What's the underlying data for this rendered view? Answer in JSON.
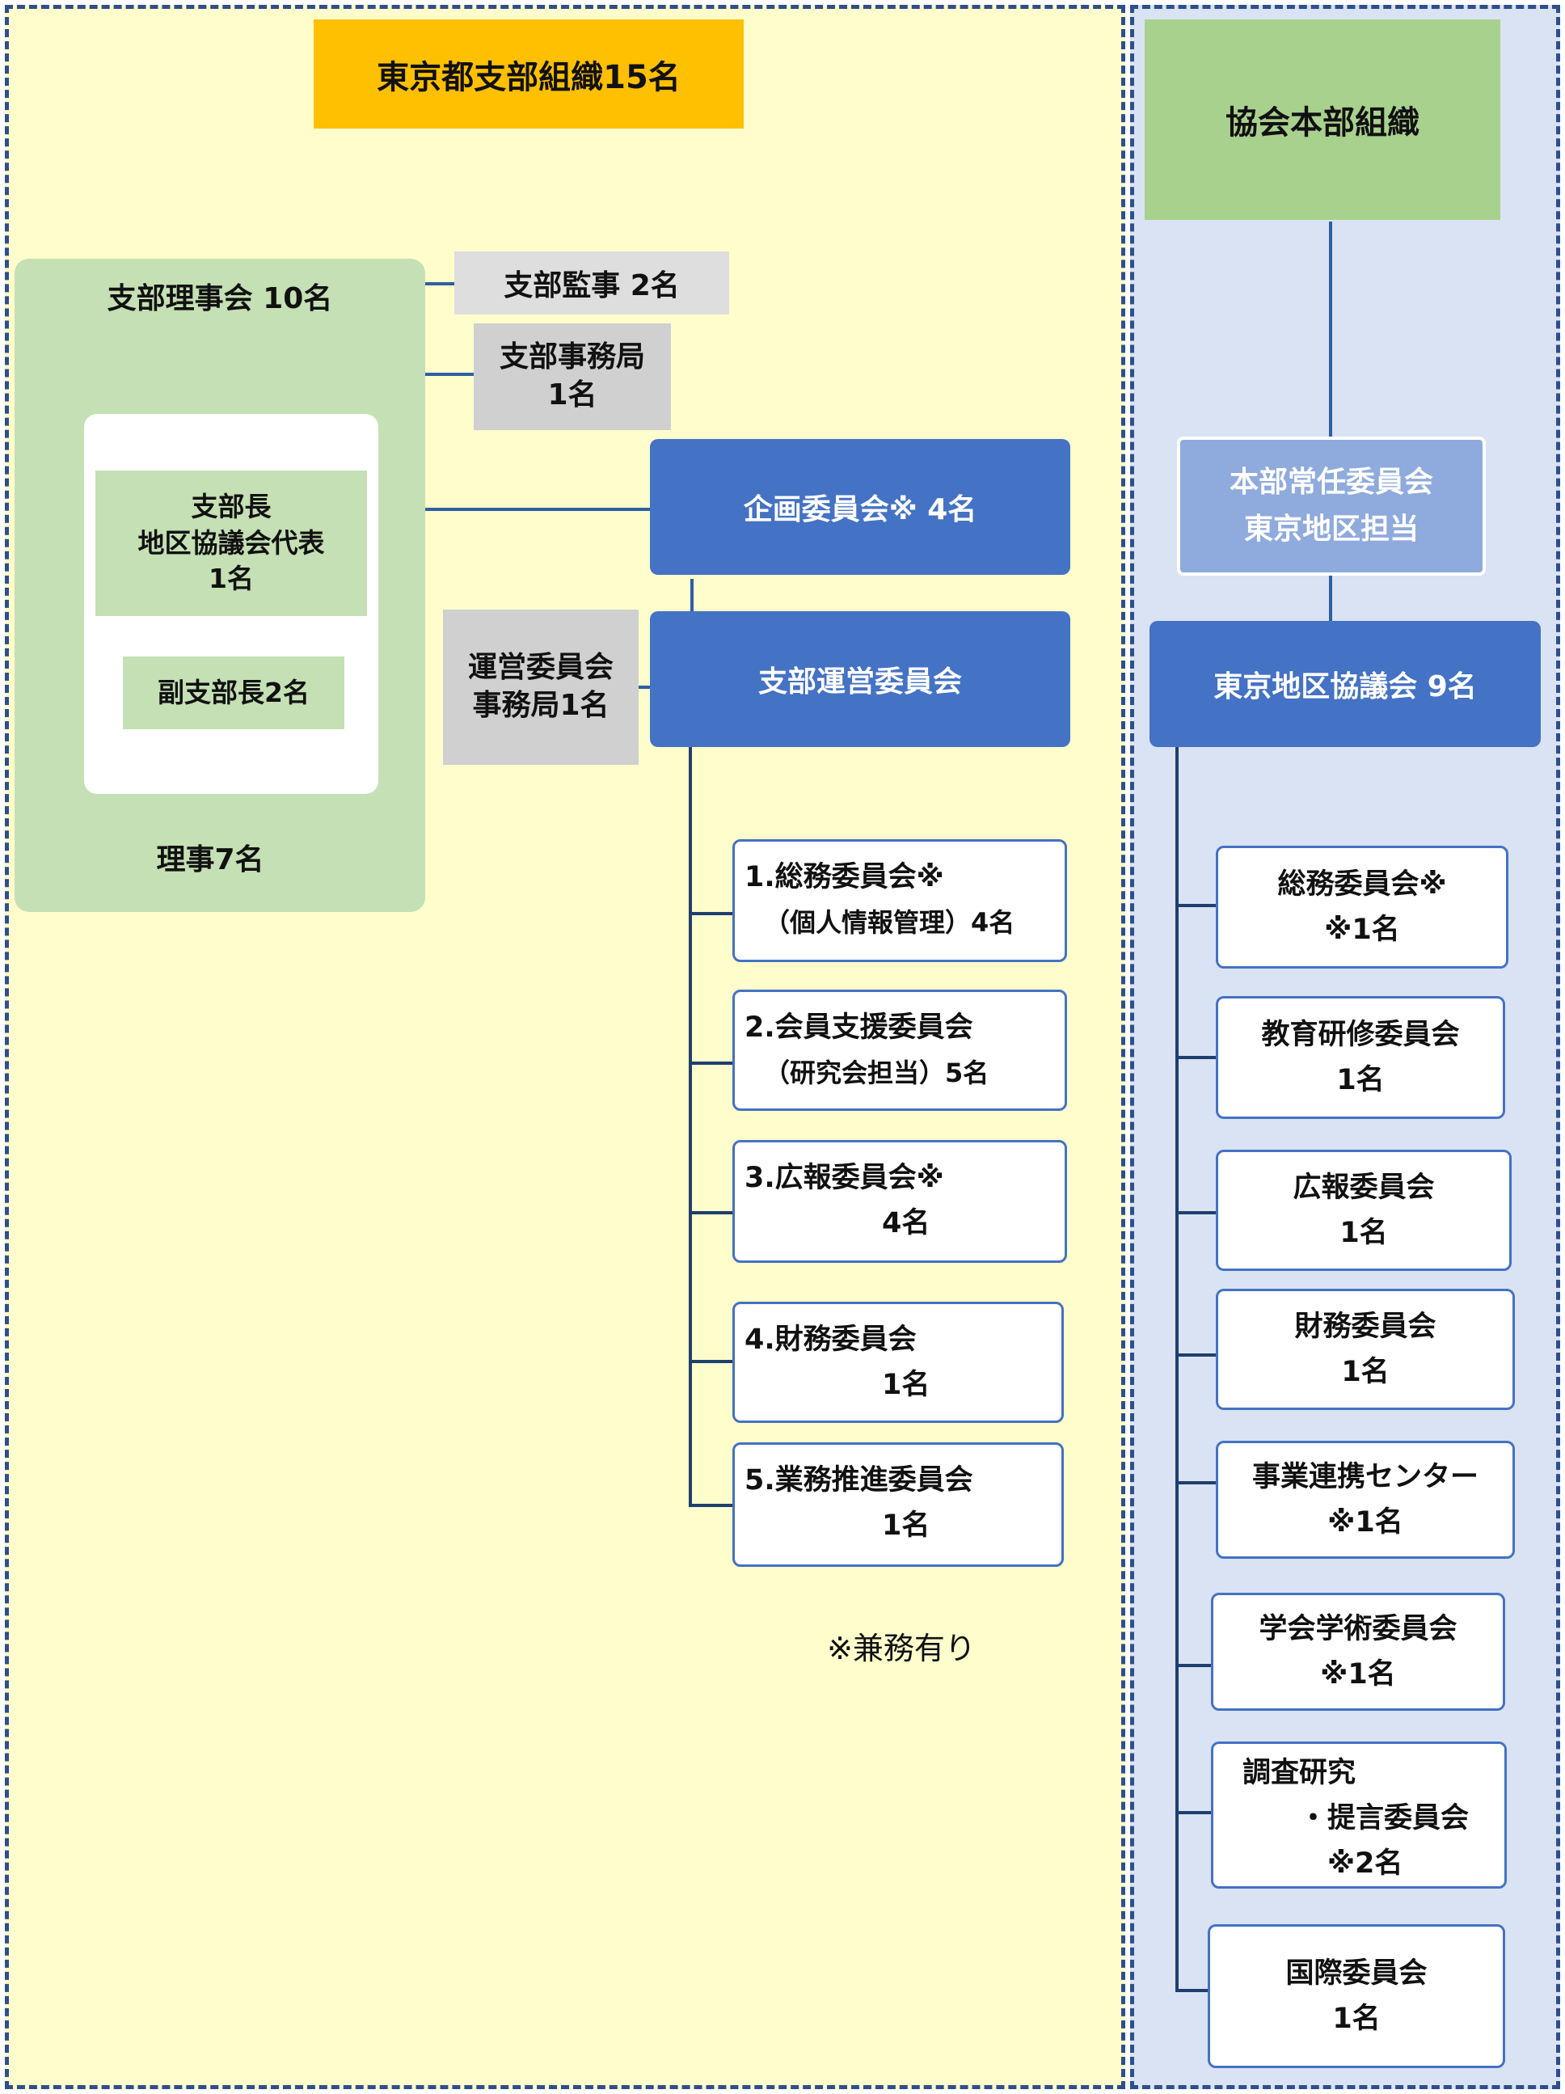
{
  "left_panel": {
    "title": "東京都支部組織15名",
    "board": {
      "title": "支部理事会 10名",
      "chief": "支部長\n地区協議会代表\n1名",
      "vice": "副支部長2名",
      "directors": "理事7名"
    },
    "auditor": "支部監事 2名",
    "secretariat": "支部事務局\n1名",
    "planning": "企画委員会※ 4名",
    "ops_secretariat": "運営委員会\n事務局1名",
    "ops_committee": "支部運営委員会",
    "committees": [
      {
        "title": "1.総務委員会※",
        "detail": "（個人情報管理）4名"
      },
      {
        "title": "2.会員支援委員会",
        "detail": "（研究会担当）5名"
      },
      {
        "title": "3.広報委員会※",
        "detail": "4名"
      },
      {
        "title": "4.財務委員会",
        "detail": "1名"
      },
      {
        "title": "5.業務推進委員会",
        "detail": "1名"
      }
    ],
    "note": "※兼務有り"
  },
  "right_panel": {
    "title": "協会本部組織",
    "standing": "本部常任委員会\n東京地区担当",
    "council": "東京地区協議会  9名",
    "committees": [
      "総務委員会※\n※1名",
      "教育研修委員会\n1名",
      "広報委員会\n1名",
      "財務委員会\n1名",
      "事業連携センター\n※1名",
      "学会学術委員会\n※1名",
      "調査研究\n　　・提言委員会\n　　　※2名",
      "国際委員会\n1名"
    ]
  },
  "colors": {
    "left_bg": "#fefdcb",
    "right_bg": "#dae3f3",
    "orange": "#fec000",
    "green": "#c5e0b4",
    "hq_green": "#a9d18e",
    "blue": "#4472c4",
    "light_blue": "#8faadc",
    "connector": "#2e5fa3",
    "dark_connector": "#1f3f6e"
  }
}
